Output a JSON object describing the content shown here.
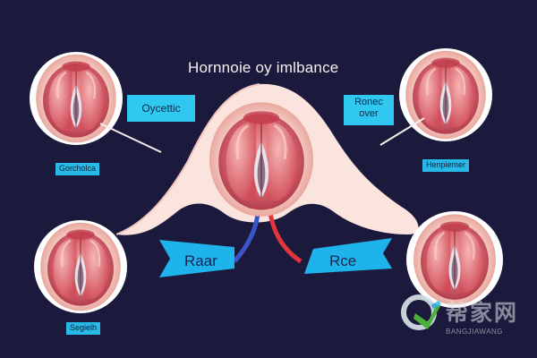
{
  "title": "Hornnoie oy imlbance",
  "callouts": {
    "top_left": "Oycettic",
    "top_right_line1": "Ronec",
    "top_right_line2": "over"
  },
  "tags": {
    "left": "Gorcholca",
    "right": "Henpiemer",
    "bottom_left": "Segielh"
  },
  "arrows": {
    "left_label": "Raar",
    "right_label": "Rce"
  },
  "watermark": {
    "chinese": "帮家网",
    "english": "BANGJIAWANG"
  },
  "colors": {
    "background": "#1c1a3c",
    "callout": "#2ec8f0",
    "tag": "#29b9e6",
    "arrow": "#1fb3ec",
    "ribbon": "#fbe3de",
    "organ": "#d9535f",
    "vessel_blue": "#3a55c8",
    "vessel_red": "#e2343c"
  },
  "icons": [
    "organ-cross-section",
    "logo-q-arrow"
  ]
}
